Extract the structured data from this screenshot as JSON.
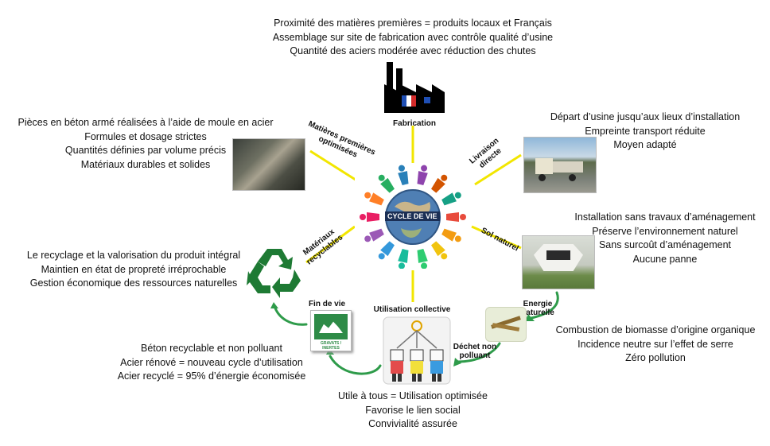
{
  "center": {
    "label": "CYCLE DE VIE"
  },
  "fabrication": {
    "lines": [
      "Proximité des matières premières = produits locaux et Français",
      "Assemblage sur site de fabrication avec contrôle qualité d’usine",
      "Quantité des aciers modérée avec réduction des chutes"
    ],
    "label": "Fabrication"
  },
  "matieres": {
    "lines": [
      "Pièces en béton armé réalisées à l’aide de moule en acier",
      "Formules et dosage strictes",
      "Quantités définies par volume précis",
      "Matériaux durables et solides"
    ],
    "connector": [
      "Matières premières",
      "optimisées"
    ]
  },
  "livraison": {
    "lines": [
      "Départ d’usine jusqu’aux lieux d’installation",
      "Empreinte transport réduite",
      "Moyen adapté"
    ],
    "connector": [
      "Livraison",
      "directe"
    ]
  },
  "sol": {
    "lines": [
      "Installation sans travaux d’aménagement",
      "Préserve l’environnement naturel",
      "Sans surcoût d’aménagement",
      "Aucune panne"
    ],
    "connector": "Sol naturel"
  },
  "recyclables": {
    "lines": [
      "Le recyclage et la valorisation du produit intégral",
      "Maintien en état de propreté irréprochable",
      "Gestion économique des ressources naturelles"
    ],
    "connector": [
      "Matériaux",
      "recyclables"
    ]
  },
  "energie": {
    "label": [
      "Energie",
      "naturelle"
    ],
    "lines": [
      "Combustion de biomasse d’origine organique",
      "Incidence neutre sur l’effet de serre",
      "Zéro pollution"
    ]
  },
  "dechet": {
    "label": [
      "Déchet non",
      "polluant"
    ]
  },
  "utilisation": {
    "label": "Utilisation collective",
    "lines": [
      "Utile à tous = Utilisation optimisée",
      "Favorise le lien social",
      "Convivialité assurée"
    ]
  },
  "finvie": {
    "label": "Fin de vie",
    "badge": "GRAVATS / INERTES",
    "lines": [
      "Béton recyclable et non polluant",
      "Acier rénové = nouveau cycle d’utilisation",
      "Acier recyclé = 95% d’énergie économisée"
    ]
  },
  "colors": {
    "connector_line": "#f2e600",
    "arrow": "#2e9b4a",
    "recycle": "#1e7a34"
  }
}
